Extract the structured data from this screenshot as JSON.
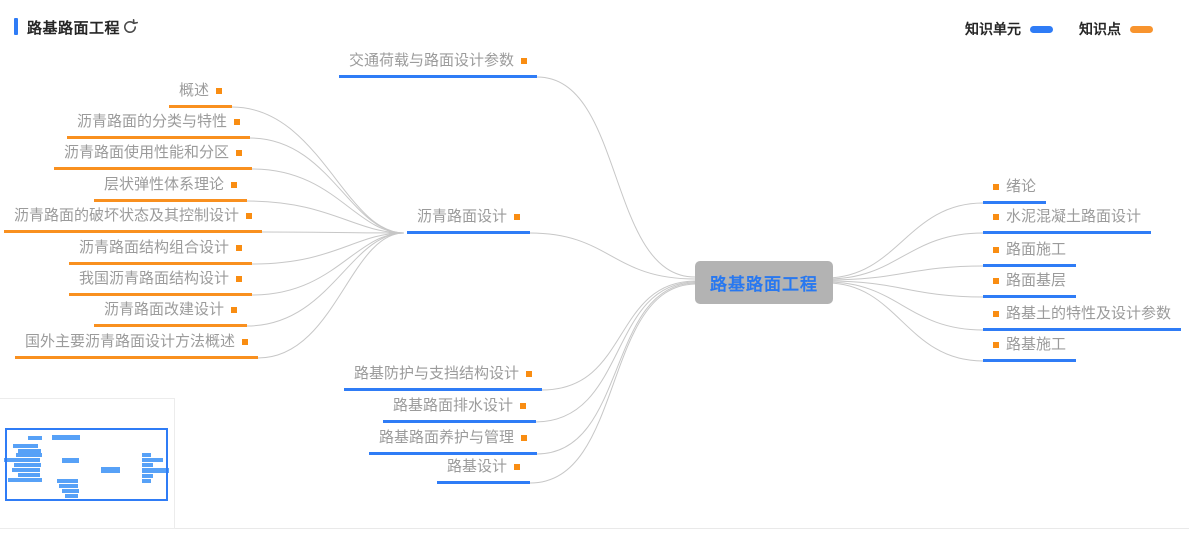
{
  "header": {
    "title": "路基路面工程"
  },
  "legend": {
    "unit_label": "知识单元",
    "point_label": "知识点",
    "unit_color": "#2F7CF6",
    "point_color": "#F8942E"
  },
  "center_label": "路基路面工程",
  "top_unit": "交通荷载与路面设计参数",
  "asphalt_unit": "沥青路面设计",
  "asphalt_points": [
    "概述",
    "沥青路面的分类与特性",
    "沥青路面使用性能和分区",
    "层状弹性体系理论",
    "沥青路面的破坏状态及其控制设计",
    "沥青路面结构组合设计",
    "我国沥青路面结构设计",
    "沥青路面改建设计",
    "国外主要沥青路面设计方法概述"
  ],
  "bottom_units": [
    "路基防护与支挡结构设计",
    "路基路面排水设计",
    "路基路面养护与管理",
    "路基设计"
  ],
  "right_units": [
    "绪论",
    "水泥混凝土路面设计",
    "路面施工",
    "路面基层",
    "路基土的特性及设计参数",
    "路基施工"
  ]
}
